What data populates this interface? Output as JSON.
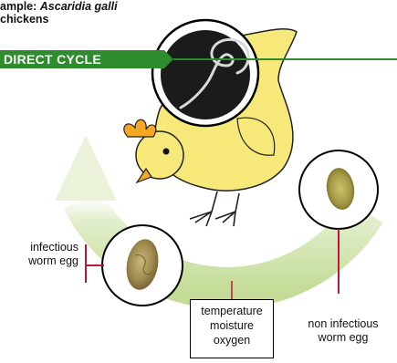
{
  "title": {
    "line1_prefix": "ample:",
    "line1_species": "Ascaridia galli",
    "line2": "chickens"
  },
  "banner": {
    "label": "DIRECT CYCLE"
  },
  "labels": {
    "infectious_line1": "infectious",
    "infectious_line2": "worm egg",
    "non_infectious_line1": "non infectious",
    "non_infectious_line2": "worm egg"
  },
  "conditions": [
    "temperature",
    "moisture",
    "oxygen"
  ],
  "colors": {
    "banner_green": "#2e8b2e",
    "cycle_green": "#cfe3a8",
    "chicken_yellow": "#f7e87a",
    "comb_orange": "#f5a623",
    "pointer_red": "#c0143c",
    "egg_brown": "#9c8a55"
  },
  "icons": [
    "chicken-illustration",
    "worm-in-circle-icon",
    "egg-in-circle-icon"
  ]
}
